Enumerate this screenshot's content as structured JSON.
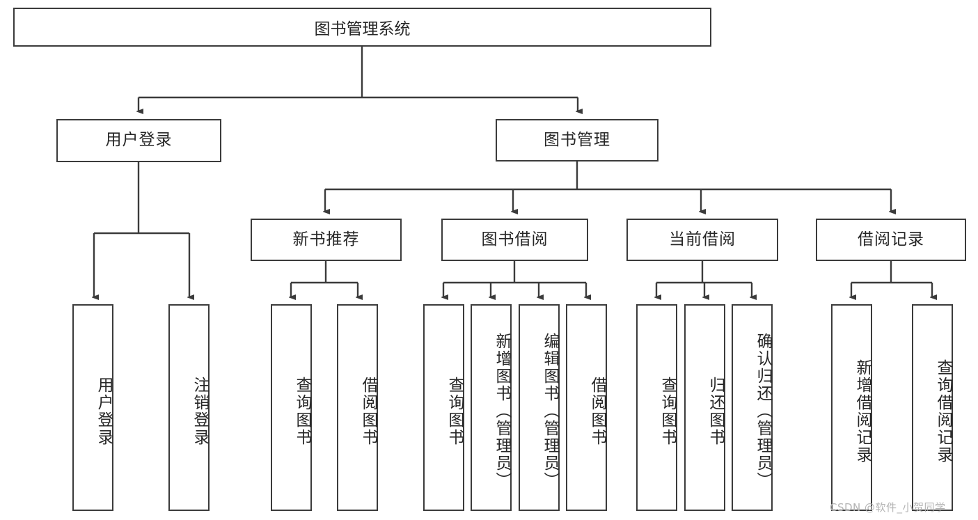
{
  "diagram": {
    "title": "图书管理系统",
    "watermark": "CSDN @软件_小贺同学",
    "line_color": "#3b3b3b",
    "text_color": "#262626",
    "background": "#ffffff",
    "root": {
      "label": "图书管理系统"
    },
    "level2": [
      {
        "label": "用户登录"
      },
      {
        "label": "图书管理"
      }
    ],
    "level3": [
      {
        "label": "新书推荐"
      },
      {
        "label": "图书借阅"
      },
      {
        "label": "当前借阅"
      },
      {
        "label": "借阅记录"
      }
    ],
    "leaves": {
      "user_login": [
        {
          "label": "用户登录"
        },
        {
          "label": "注销登录"
        }
      ],
      "new_book_recommend": [
        {
          "label": "查询图书"
        },
        {
          "label": "借阅图书"
        }
      ],
      "book_borrow": [
        {
          "label": "查询图书"
        },
        {
          "label": "新增图书（管理员）"
        },
        {
          "label": "编辑图书（管理员）"
        },
        {
          "label": "借阅图书"
        }
      ],
      "current_borrow": [
        {
          "label": "查询图书"
        },
        {
          "label": "归还图书"
        },
        {
          "label": "确认归还（管理员）"
        }
      ],
      "borrow_record": [
        {
          "label": "新增借阅记录"
        },
        {
          "label": "查询借阅记录"
        }
      ]
    }
  }
}
